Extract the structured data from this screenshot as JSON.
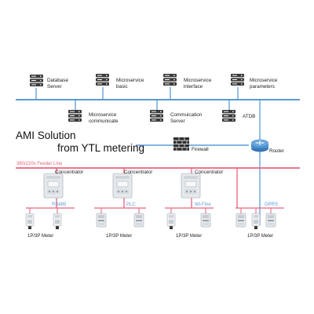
{
  "colors": {
    "network_bus": "#5b9bd5",
    "feeder_line": "#e8637c",
    "medium_label": "#5b9bd5",
    "feeder_label": "#e8637c",
    "server_fill": "#3a3a3a",
    "text": "#222222"
  },
  "servers": [
    {
      "icon": "server-icon",
      "line1": "Database",
      "line2": "Server"
    },
    {
      "icon": "server-icon",
      "line1": "Microservice",
      "line2": "basic"
    },
    {
      "icon": "server-icon",
      "line1": "Microservice",
      "line2": "interface"
    },
    {
      "icon": "server-icon",
      "line1": "Microservice",
      "line2": "parameters"
    },
    {
      "icon": "server-icon",
      "line1": "Microservice",
      "line2": "communicate"
    },
    {
      "icon": "server-icon",
      "line1": "Commuication",
      "line2": "Server"
    },
    {
      "icon": "server-icon",
      "line1": "ATDB",
      "line2": ""
    }
  ],
  "title": {
    "line1": "AMI Solution",
    "line2": "from YTL metering"
  },
  "firewall": {
    "icon": "firewall-icon",
    "label": "Firewall"
  },
  "router": {
    "icon": "router-icon",
    "label": "Router"
  },
  "feeder": {
    "label": "380/220v Feeder Line"
  },
  "concentrators": [
    {
      "label": "Concentrator",
      "medium": "RS485",
      "meter_label": "1P/3P Meter"
    },
    {
      "label": "Concentrator",
      "medium": "PLC",
      "meter_label": "1P/3P Meter"
    },
    {
      "label": "Concentrator",
      "medium": "Wi-Fine",
      "meter_label": "1P/3P Meter"
    },
    {
      "label": "",
      "medium": "GPRS",
      "meter_label": "1P/3P Meter"
    }
  ]
}
